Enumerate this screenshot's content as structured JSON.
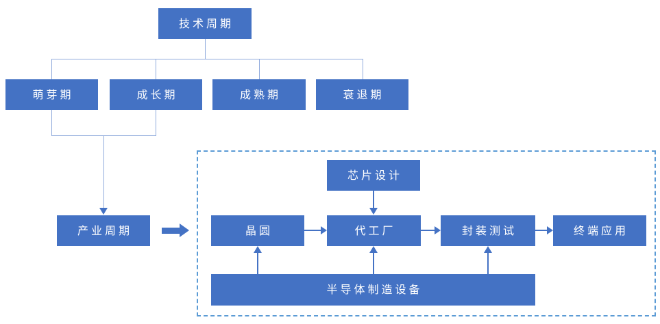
{
  "nodes": {
    "tech_cycle": "技术周期",
    "phases": [
      "萌芽期",
      "成长期",
      "成熟期",
      "衰退期"
    ],
    "industry_cycle": "产业周期",
    "chip_design": "芯片设计",
    "wafer": "晶圆",
    "foundry": "代工厂",
    "packaging_testing": "封装测试",
    "end_application": "终端应用",
    "equipment": "半导体制造设备"
  },
  "colors": {
    "box_fill": "#4472C4",
    "box_text": "#FFFFFF",
    "connector": "#8FAADC",
    "arrow": "#4472C4",
    "dashed_border": "#5B9BD5",
    "background": "#FFFFFF"
  }
}
